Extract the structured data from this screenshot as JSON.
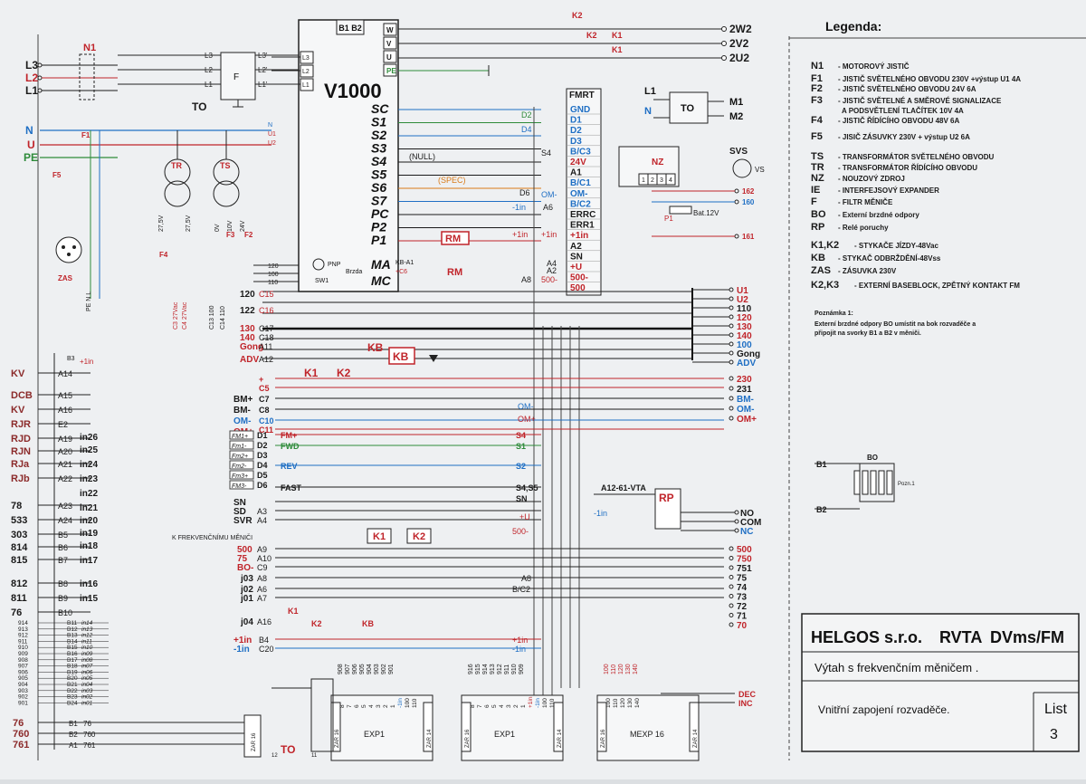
{
  "titleblock": {
    "company": "HELGOS s.r.o.",
    "product": "RVTA",
    "variant": "DVms/FM",
    "subtitle": "Výtah s frekvenčním měničem .",
    "sheet_title": "Vnitřní zapojení rozvaděče.",
    "list_label": "List",
    "list_number": "3"
  },
  "legend": {
    "title": "Legenda:",
    "items": [
      {
        "code": "N1",
        "text": "- MOTOROVÝ JISTIČ"
      },
      {
        "code": "F1",
        "text": "- JISTIČ SVĚTELNÉHO OBVODU 230V +výstup U1  4A"
      },
      {
        "code": "F2",
        "text": "- JISTIČ SVĚTELNÉHO OBVODU 24V  6A"
      },
      {
        "code": "F3",
        "text": "- JISTIČ SVĚTELNÉ A SMĚROVÉ SIGNALIZACE"
      },
      {
        "code": "",
        "text": "A PODSVĚTLENÍ TLAČÍTEK  10V  4A"
      },
      {
        "code": "F4",
        "text": "- JISTIČ ŘÍDÍCÍHO OBVODU 48V  6A"
      },
      {
        "code": "F5",
        "text": "- JISIČ ZÁSUVKY 230V + výstup U2  6A"
      },
      {
        "code": "TS",
        "text": "- TRANSFORMÁTOR SVĚTELNÉHO OBVODU"
      },
      {
        "code": "TR",
        "text": "- TRANSFORMÁTOR ŘÍDÍCÍHO OBVODU"
      },
      {
        "code": "NZ",
        "text": "- NOUZOVÝ ZDROJ"
      },
      {
        "code": "IE",
        "text": "- INTERFEJSOVÝ EXPANDER"
      },
      {
        "code": "F",
        "text": "- FILTR MĚNIČE"
      },
      {
        "code": "BO",
        "text": "- Externí brzdné odpory"
      },
      {
        "code": "RP",
        "text": "- Relé poruchy"
      },
      {
        "code": "K1,K2",
        "text": "- STYKAČE JÍZDY-48Vac"
      },
      {
        "code": "KB",
        "text": "- STYKAČ ODBRŽDĚNÍ-48Vss"
      },
      {
        "code": "ZAS",
        "text": "- ZÁSUVKA 230V"
      },
      {
        "code": "K2,K3",
        "text": "- EXTERNÍ BASEBLOCK, ZPĚTNÝ KONTAKT FM"
      }
    ],
    "note_title": "Poznámka 1:",
    "note_lines": [
      "Externí brzdné odpory BO umístit na bok rozvaděče a",
      "připojit na svorky B1 a B2 v měniči."
    ]
  },
  "bo_detail": {
    "label": "BO",
    "b1": "B1",
    "b2": "B2",
    "pozn": "Pozn.1"
  },
  "inverter": {
    "name": "V1000",
    "top_terminals": [
      "B1",
      "B2"
    ],
    "motor_terminals": [
      "W",
      "V",
      "U",
      "PE"
    ],
    "input_labels": [
      "L3",
      "L2",
      "L1"
    ],
    "control_terminals": [
      "SC",
      "S1",
      "S2",
      "S3",
      "S4",
      "S5",
      "S6",
      "S7",
      "PC",
      "P2",
      "P1"
    ],
    "ma": "MA",
    "mc": "MC",
    "pnp": "PNP",
    "sw1": "SW1",
    "brzda": "Brzda",
    "kb_a1": "KB-A1",
    "c6": "+C6"
  },
  "filter": {
    "name": "F",
    "in": [
      "L3",
      "L2",
      "L1"
    ],
    "out": [
      "L3'",
      "L2'",
      "L1'"
    ]
  },
  "supply": {
    "lines": [
      "L3",
      "L2",
      "L1"
    ],
    "n": "N",
    "u": "U",
    "pe": "PE",
    "n1": "N1",
    "f1": "F1",
    "f5": "F5",
    "zas": "ZAS",
    "to": "TO"
  },
  "transformers": {
    "tr": "TR",
    "ts": "TS",
    "tr_taps": [
      "27,5V",
      "27,5V"
    ],
    "ts_taps": [
      "0V",
      "10V",
      "24V"
    ],
    "f2": "F2",
    "f3": "F3",
    "f4": "F4"
  },
  "fmrt": {
    "title": "FMRT",
    "items": [
      "GND",
      "D1",
      "D2",
      "D3",
      "B/C3",
      "24V",
      "A1",
      "B/C1",
      "OM-",
      "B/C2",
      "ERRC",
      "ERR1",
      "+1in",
      "A2",
      "SN",
      "+U",
      "500-",
      "500"
    ]
  },
  "motor": {
    "outputs": [
      "2W2",
      "2V2",
      "2U2"
    ],
    "k2": "K2",
    "k1": "K1",
    "m1": "M1",
    "m2": "M2",
    "l1": "L1",
    "n": "N",
    "to": "TO"
  },
  "nz": {
    "label": "NZ",
    "terminals": [
      "1",
      "2",
      "3",
      "4"
    ],
    "p1": "P1",
    "bat": "Bat.12V",
    "svs": "SVS",
    "vs": "VS",
    "right": [
      "162",
      "160",
      "161"
    ]
  },
  "left_column": {
    "labels": [
      "KV",
      "DCB",
      "KV",
      "RJR",
      "RJD",
      "RJN",
      "RJa",
      "RJb",
      "78",
      "533",
      "303",
      "814",
      "815",
      "812",
      "811",
      "76",
      "760",
      "761"
    ],
    "terms": [
      "A14",
      "A15",
      "A16",
      "E2",
      "A19",
      "A20",
      "A21",
      "A22",
      "A23",
      "A24",
      "B5",
      "B6",
      "B7",
      "B8",
      "B9",
      "B10",
      "B1",
      "B2",
      "A1"
    ],
    "ins": [
      "in26",
      "in25",
      "in24",
      "in23",
      "in22",
      "in21",
      "in20",
      "in19",
      "in18",
      "in17",
      "in16",
      "in15"
    ],
    "b3": "B3",
    "plus1in": "+1in",
    "small_rows": [
      "914",
      "913",
      "912",
      "911",
      "910",
      "909",
      "908",
      "907",
      "906",
      "905",
      "904",
      "903",
      "902",
      "901"
    ],
    "small_terms": [
      "B11",
      "B12",
      "B13",
      "B14",
      "B15",
      "B16",
      "B17",
      "B18",
      "B19",
      "B20",
      "B21",
      "B22",
      "B23",
      "B24"
    ],
    "small_ins": [
      "in14",
      "in13",
      "in12",
      "in11",
      "in10",
      "in09",
      "in08",
      "in07",
      "in06",
      "in05",
      "in04",
      "in03",
      "in02",
      "in01"
    ],
    "bottom_right": [
      "76",
      "760",
      "761"
    ]
  },
  "center_block": {
    "rows": [
      {
        "n": "120",
        "t": "C15"
      },
      {
        "n": "122",
        "t": "C16"
      },
      {
        "n": "130",
        "t": "C17"
      },
      {
        "n": "140",
        "t": "C18"
      },
      {
        "n": "Gong",
        "t": "A11"
      },
      {
        "n": "ADV",
        "t": "A12"
      }
    ],
    "freq_label": "K FREKVENČNÍMU MĚNIČI",
    "ports": [
      "+",
      "C5",
      "C7",
      "C8",
      "C10",
      "C11"
    ],
    "port_labels": [
      "BM+",
      "BM-",
      "OM-",
      "OM+"
    ],
    "fm_labels": [
      "FM1+",
      "Fm1-",
      "Fm2+",
      "Fm2-",
      "Fm3+",
      "FM3-"
    ],
    "fm_terms": [
      "D1",
      "D2",
      "D3",
      "D4",
      "D5",
      "D6"
    ],
    "fm_sig": [
      "FM+",
      "FWD",
      "REV",
      "FAST"
    ],
    "fm_dest": [
      "S4",
      "S1",
      "S2",
      "S4,S5",
      "SN"
    ],
    "sn_sd": [
      "SN",
      "SD",
      "SVR"
    ],
    "sn_terms": [
      "A3",
      "A4"
    ],
    "a9": [
      "500",
      "75",
      "BO-"
    ],
    "a9_terms": [
      "A9",
      "A10",
      "C9"
    ],
    "j_rows": [
      "j03",
      "j02",
      "j01",
      "j04"
    ],
    "j_terms": [
      "A8",
      "A6",
      "A7",
      "A16"
    ],
    "bot": [
      "+1in",
      "-1in"
    ],
    "bot_terms": [
      "B4",
      "C20"
    ],
    "rp": "RP",
    "rp_src": "A12-61-VTA",
    "rp_in": "-1in",
    "rp_out": [
      "NO",
      "COM",
      "NC"
    ],
    "rm": "RM",
    "k1": "K1",
    "k2": "K2",
    "kb": "KB",
    "fm_dest_right": [
      "A8",
      "B/C2"
    ]
  },
  "right_terminals": {
    "top": [
      "U1",
      "U2",
      "110",
      "120",
      "130",
      "140",
      "100",
      "Gong",
      "ADV"
    ],
    "mid": [
      "230",
      "231",
      "BM-",
      "OM-",
      "OM+"
    ],
    "bot": [
      "500",
      "750",
      "751",
      "75",
      "74",
      "73",
      "72",
      "71",
      "70"
    ],
    "dec": "DEC",
    "inc": "INC"
  },
  "expanders": [
    {
      "name": "EXP1",
      "zar": "ZAR 16",
      "zar2": "ZAR 14",
      "top": [
        "908",
        "907",
        "906",
        "905",
        "904",
        "903",
        "902",
        "901"
      ],
      "pins": [
        "8",
        "7",
        "6",
        "5",
        "4",
        "3",
        "2",
        "1",
        "-1in",
        "100",
        "110"
      ]
    },
    {
      "name": "EXP1",
      "zar": "ZAR 16",
      "zar2": "ZAR 14",
      "top": [
        "916",
        "915",
        "914",
        "913",
        "912",
        "911",
        "910",
        "909"
      ],
      "pins": [
        "8",
        "7",
        "6",
        "5",
        "4",
        "3",
        "2",
        "1",
        "+1in",
        "-1in",
        "100",
        "110"
      ]
    },
    {
      "name": "MEXP 16",
      "zar": "ZAR 16",
      "zar2": "ZAR 14",
      "top": [
        "100",
        "110",
        "120",
        "130",
        "140"
      ],
      "pins": [
        "100",
        "110",
        "120",
        "130",
        "140"
      ]
    }
  ],
  "to_bottom": {
    "label": "TO",
    "pins": [
      "12",
      "11"
    ]
  },
  "colors": {
    "red": "#c0242a",
    "blue": "#1f6fc4",
    "green": "#2e8b3a",
    "black": "#1a1a1a",
    "orange": "#d97a17",
    "brown": "#7a4a2a"
  }
}
